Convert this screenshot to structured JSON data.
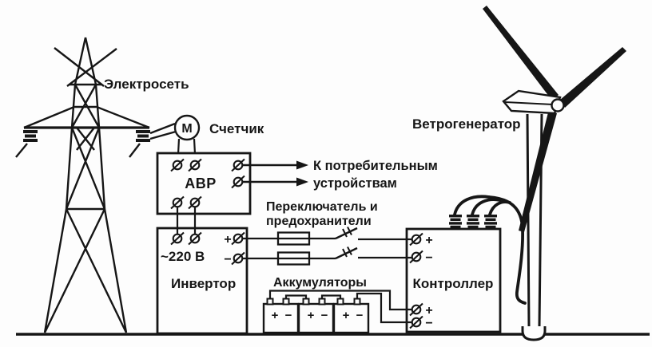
{
  "labels": {
    "grid": "Электросеть",
    "meter_m": "М",
    "meter": "Счетчик",
    "avr": "АВР",
    "consumers1": "К потребительным",
    "consumers2": "устройствам",
    "switch1": "Переключатель и",
    "switch2": "предохранители",
    "voltage": "~220 В",
    "inverter": "Инвертор",
    "batteries": "Аккумуляторы",
    "controller": "Контроллер",
    "wind": "Ветрогенератор"
  },
  "symbols": {
    "plus": "+",
    "minus": "−"
  },
  "colors": {
    "line": "#161616",
    "background": "#fdfdfd"
  }
}
